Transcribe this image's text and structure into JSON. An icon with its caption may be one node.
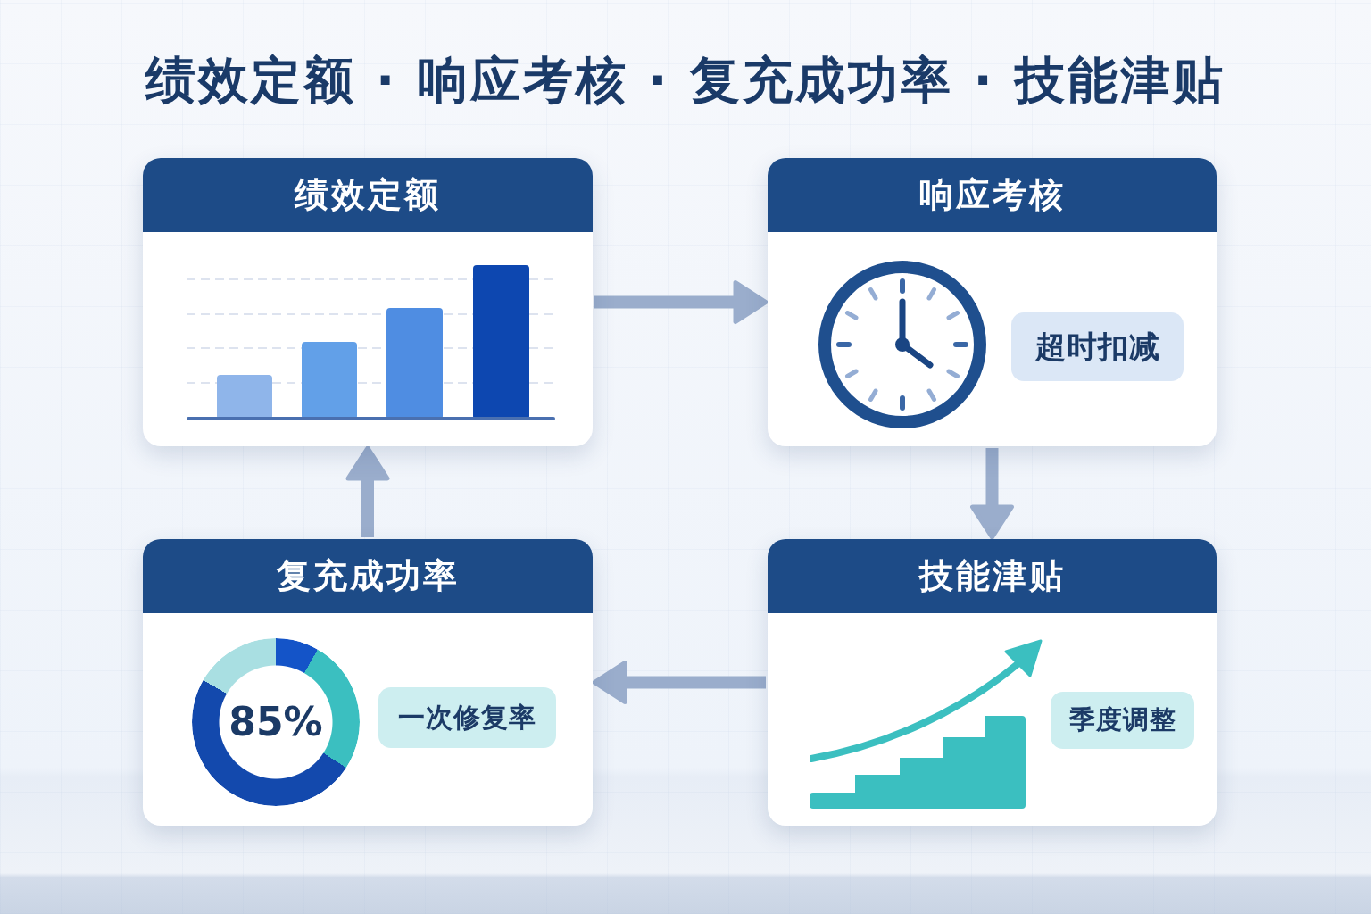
{
  "diagram": {
    "title": "绩效定额 · 响应考核 · 复充成功率 · 技能津贴",
    "nodes": [
      {
        "text": [
          "绩效定额"
        ]
      },
      {
        "text": [
          "响应考核"
        ]
      },
      {
        "text": [
          "超时扣减"
        ],
        "in": 1
      },
      {
        "text": [
          "复充成功率"
        ]
      },
      {
        "text": [
          "85%"
        ],
        "in": 3
      },
      {
        "text": [
          "一次修复率"
        ],
        "in": 3
      },
      {
        "text": [
          "技能津贴"
        ]
      },
      {
        "text": [
          "季度调整"
        ],
        "in": 6
      }
    ],
    "edges": [
      {
        "from": 0,
        "to": 1,
        "arrow": "to"
      },
      {
        "from": 1,
        "to": 6,
        "arrow": "to"
      },
      {
        "from": 6,
        "to": 3,
        "arrow": "to"
      },
      {
        "from": 3,
        "to": 0,
        "arrow": "to"
      }
    ]
  }
}
